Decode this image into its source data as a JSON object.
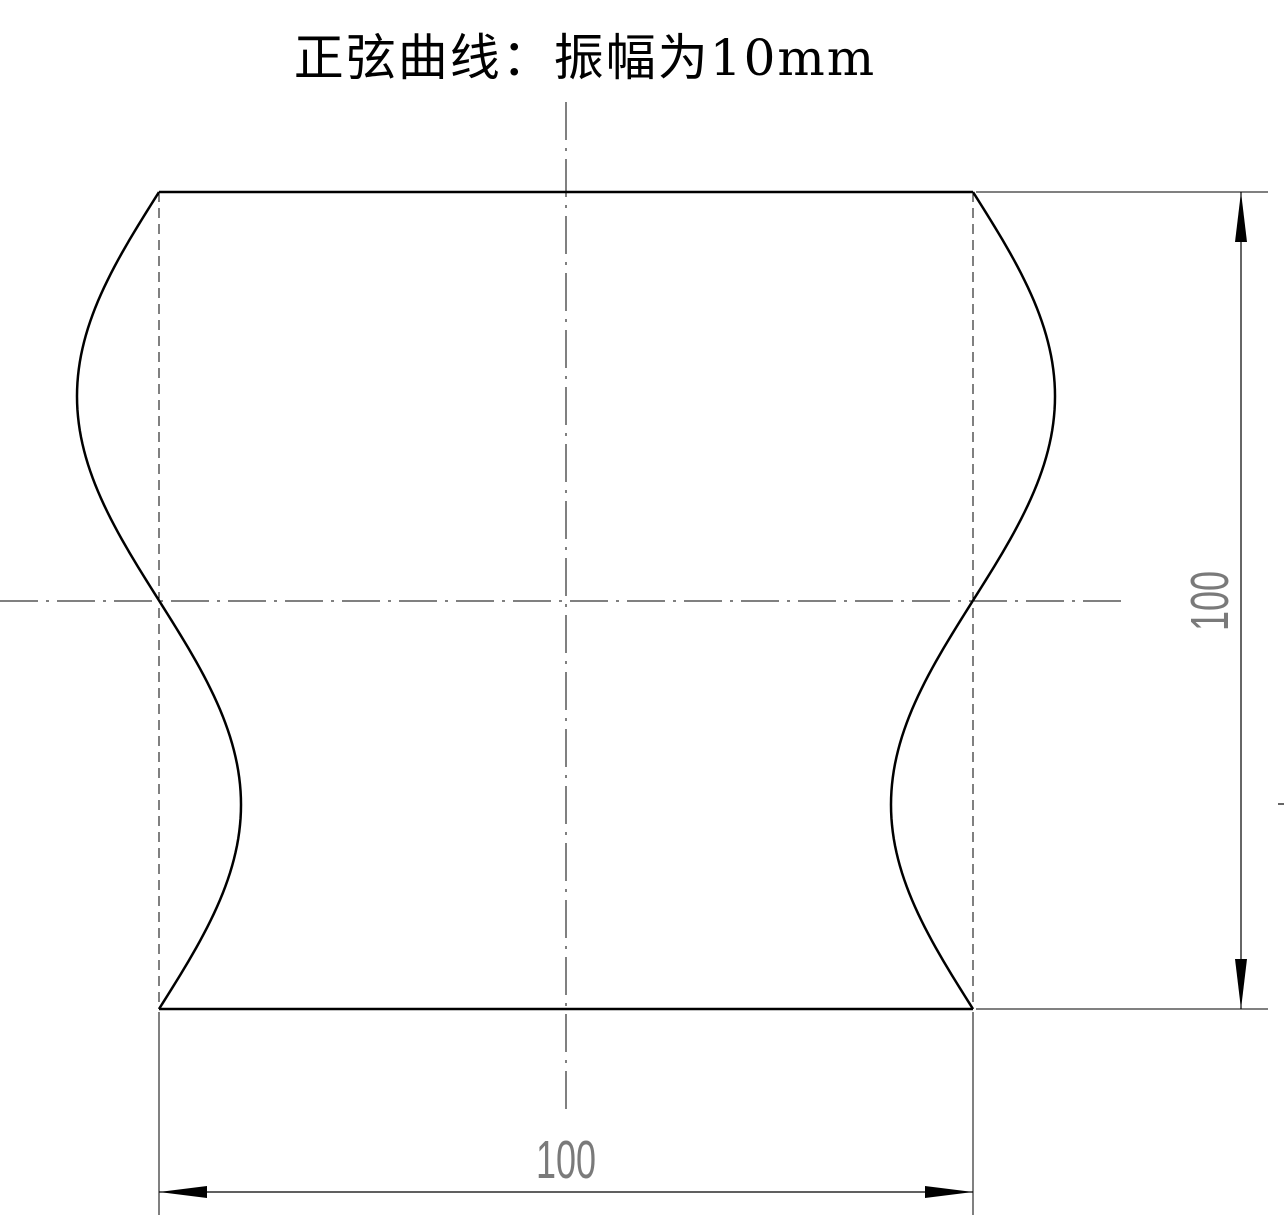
{
  "title": "正弦曲线：振幅为10mm",
  "dimensions": {
    "width_label": "100",
    "height_label": "100"
  },
  "colors": {
    "line": "#000000",
    "dimension_text": "#7a7a7a"
  }
}
